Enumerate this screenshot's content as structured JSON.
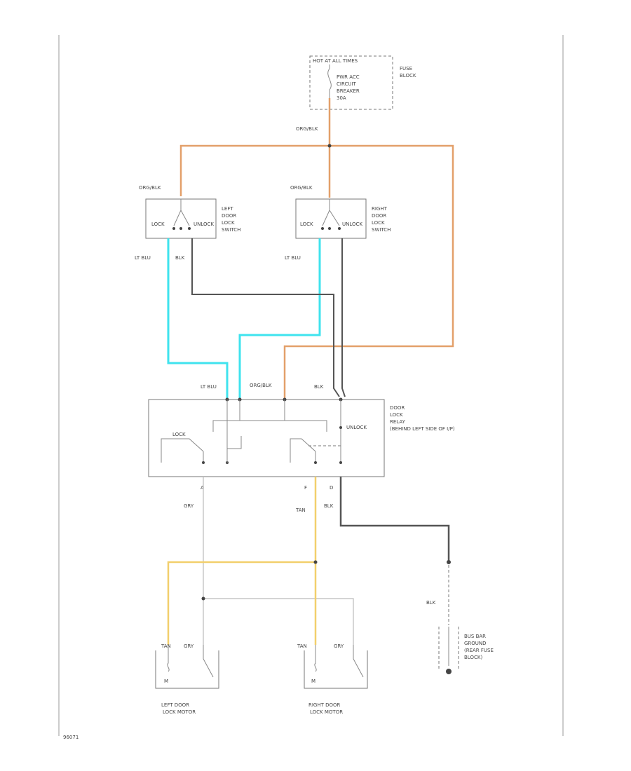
{
  "fuse": {
    "hot": "HOT AT ALL TIMES",
    "circuit_lines": [
      "PWR ACC",
      "CIRCUIT",
      "BREAKER",
      "30A"
    ],
    "block_lines": [
      "FUSE",
      "BLOCK"
    ]
  },
  "wires": {
    "org_blk": "ORG/BLK",
    "lt_blu": "LT BLU",
    "blk": "BLK",
    "gry": "GRY",
    "tan": "TAN"
  },
  "left_switch": {
    "lock": "LOCK",
    "unlock": "UNLOCK",
    "name_lines": [
      "LEFT",
      "DOOR",
      "LOCK",
      "SWITCH"
    ]
  },
  "right_switch": {
    "lock": "LOCK",
    "unlock": "UNLOCK",
    "name_lines": [
      "RIGHT",
      "DOOR",
      "LOCK",
      "SWITCH"
    ]
  },
  "relay": {
    "name_lines": [
      "DOOR",
      "LOCK",
      "RELAY",
      "(BEHIND LEFT SIDE OF I/P)"
    ],
    "lock": "LOCK",
    "unlock": "UNLOCK",
    "pins": [
      "A",
      "F",
      "D"
    ]
  },
  "motors": {
    "left_lines": [
      "LEFT DOOR",
      "LOCK MOTOR"
    ],
    "right_lines": [
      "RIGHT DOOR",
      "LOCK MOTOR"
    ],
    "m": "M"
  },
  "ground": {
    "lines": [
      "BUS BAR",
      "GROUND",
      "(REAR FUSE",
      "BLOCK)"
    ]
  },
  "figure_id": "96071"
}
